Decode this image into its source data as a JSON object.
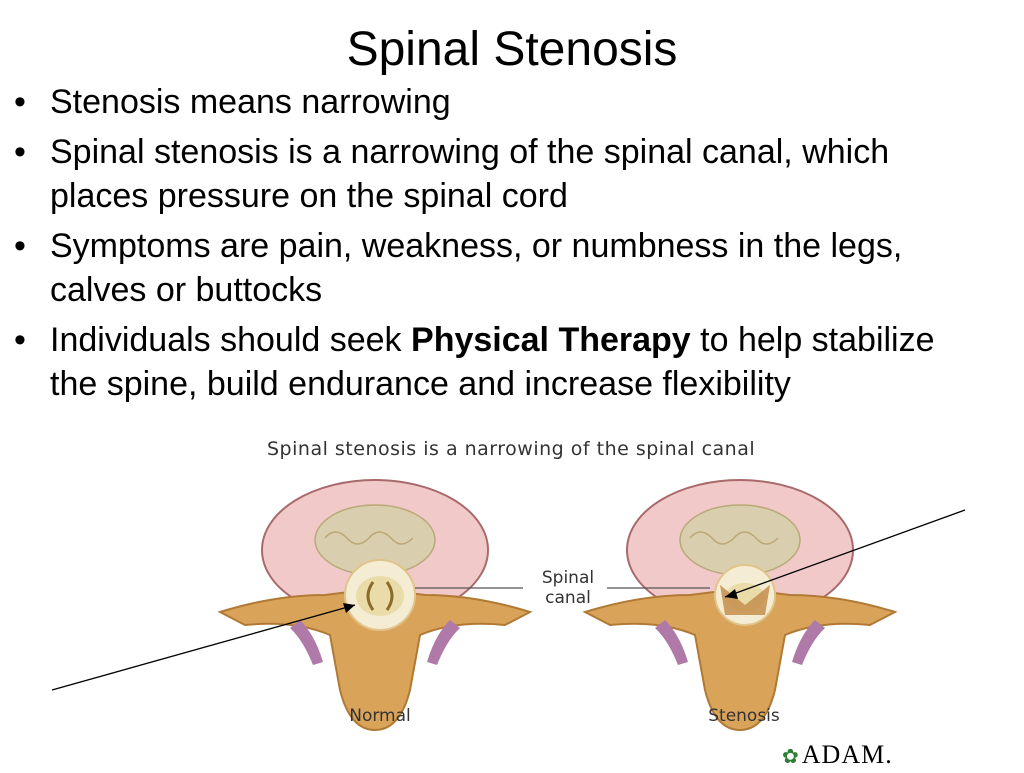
{
  "slide": {
    "title": "Spinal Stenosis",
    "bullets": [
      {
        "text": "Stenosis means narrowing"
      },
      {
        "text": "Spinal stenosis is a narrowing of the spinal canal, which places pressure on the spinal cord"
      },
      {
        "text": "Symptoms are pain, weakness, or numbness in the legs, calves or buttocks"
      },
      {
        "pre": "Individuals should seek ",
        "bold": "Physical Therapy",
        "post": " to help stabilize the spine, build endurance and increase flexibility"
      }
    ],
    "bullet_symbol": "•"
  },
  "figure": {
    "caption": "Spinal stenosis is a narrowing of the spinal canal",
    "canal_label_line1": "Spinal",
    "canal_label_line2": "canal",
    "left_label": "Normal",
    "right_label": "Stenosis",
    "logo_text": "ADAM.",
    "colors": {
      "disc": "#f2c9c9",
      "disc_inner": "#d9cfae",
      "bone": "#d9a35a",
      "bone_shadow": "#b07a35",
      "ligament": "#b07aa8",
      "cord": "#e9dca8"
    }
  }
}
